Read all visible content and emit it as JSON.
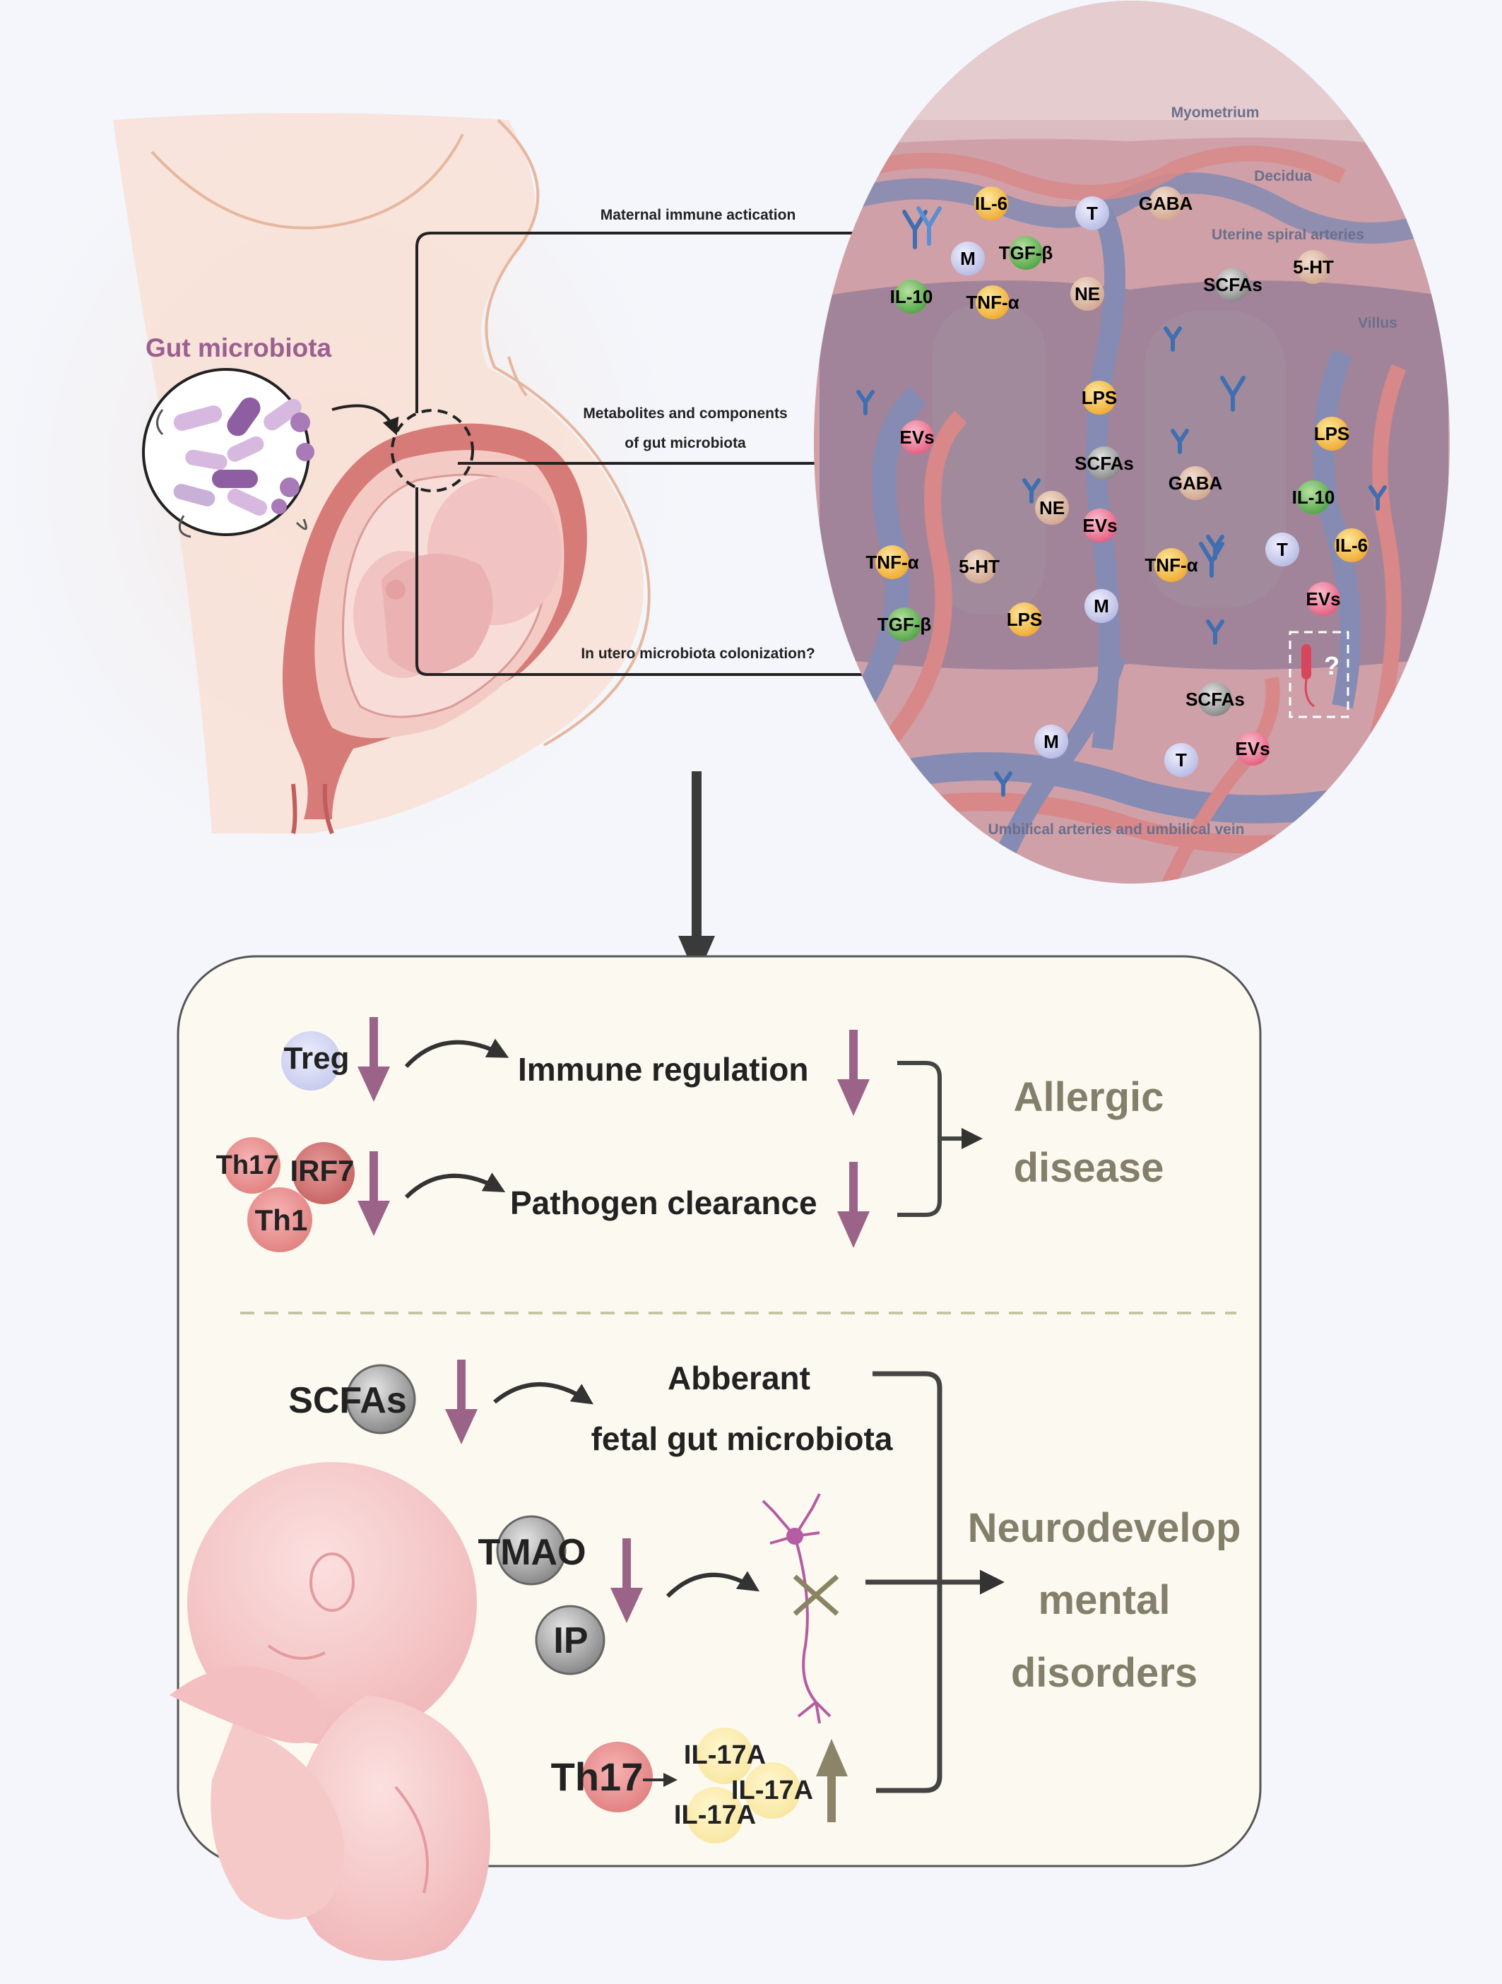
{
  "top": {
    "gut_microbiota_label": "Gut microbiota",
    "arrow_maternal": "Maternal immune actication",
    "arrow_metabolites_line1": "Metabolites and components",
    "arrow_metabolites_line2": "of gut microbiota",
    "arrow_in_utero": "In utero microbiota colonization?",
    "question_mark": "?",
    "placenta_zones": {
      "myometrium": "Myometrium",
      "decidua": "Decidua",
      "spiral_arteries": "Uterine spiral arteries",
      "villus": "Villus",
      "umbilical": "Umbilical arteries and umbilical vein"
    },
    "placenta_molecules": {
      "il6_a": "IL-6",
      "t_a": "T",
      "gaba_a": "GABA",
      "m_a": "M",
      "tgfb_a": "TGF-β",
      "il10_a": "IL-10",
      "tnfa_a": "TNF-α",
      "ne_a": "NE",
      "scfas_a": "SCFAs",
      "ht5_a": "5-HT",
      "lps_a": "LPS",
      "evs_a": "EVs",
      "scfas_b": "SCFAs",
      "gaba_b": "GABA",
      "lps_b": "LPS",
      "il10_b": "IL-10",
      "ne_b": "NE",
      "evs_b": "EVs",
      "tnfa_b": "TNF-α",
      "t_b": "T",
      "il6_b": "IL-6",
      "tnfa_c": "TNF-α",
      "ht5_b": "5-HT",
      "m_b": "M",
      "evs_c": "EVs",
      "tgfb_b": "TGF-β",
      "lps_c": "LPS",
      "scfas_c": "SCFAs",
      "m_c": "M",
      "t_c": "T",
      "evs_d": "EVs"
    }
  },
  "bottom": {
    "treg": "Treg",
    "immune_regulation": "Immune regulation",
    "th17_small": "Th17",
    "irf7": "IRF7",
    "th1": "Th1",
    "pathogen_clearance": "Pathogen clearance",
    "allergic_line1": "Allergic",
    "allergic_line2": "disease",
    "scfas": "SCFAs",
    "abberant_line1": "Abberant",
    "abberant_line2": "fetal gut microbiota",
    "tmao": "TMAO",
    "ip": "IP",
    "th17": "Th17",
    "il17a_1": "IL-17A",
    "il17a_2": "IL-17A",
    "il17a_3": "IL-17A",
    "neuro_line1": "Neurodevelop",
    "neuro_line2": "mental",
    "neuro_line3": "disorders"
  },
  "colors": {
    "background": "#f4f6fb",
    "panel": "#fcfaf0",
    "down_arrow": "#9c6388",
    "up_arrow": "#8b8469",
    "olive_text": "#837f6b",
    "gut_label": "#9b5f90",
    "placenta_bg": "#c79aa4",
    "vessel_blue": "#858bb2",
    "vessel_red": "#d88888"
  }
}
